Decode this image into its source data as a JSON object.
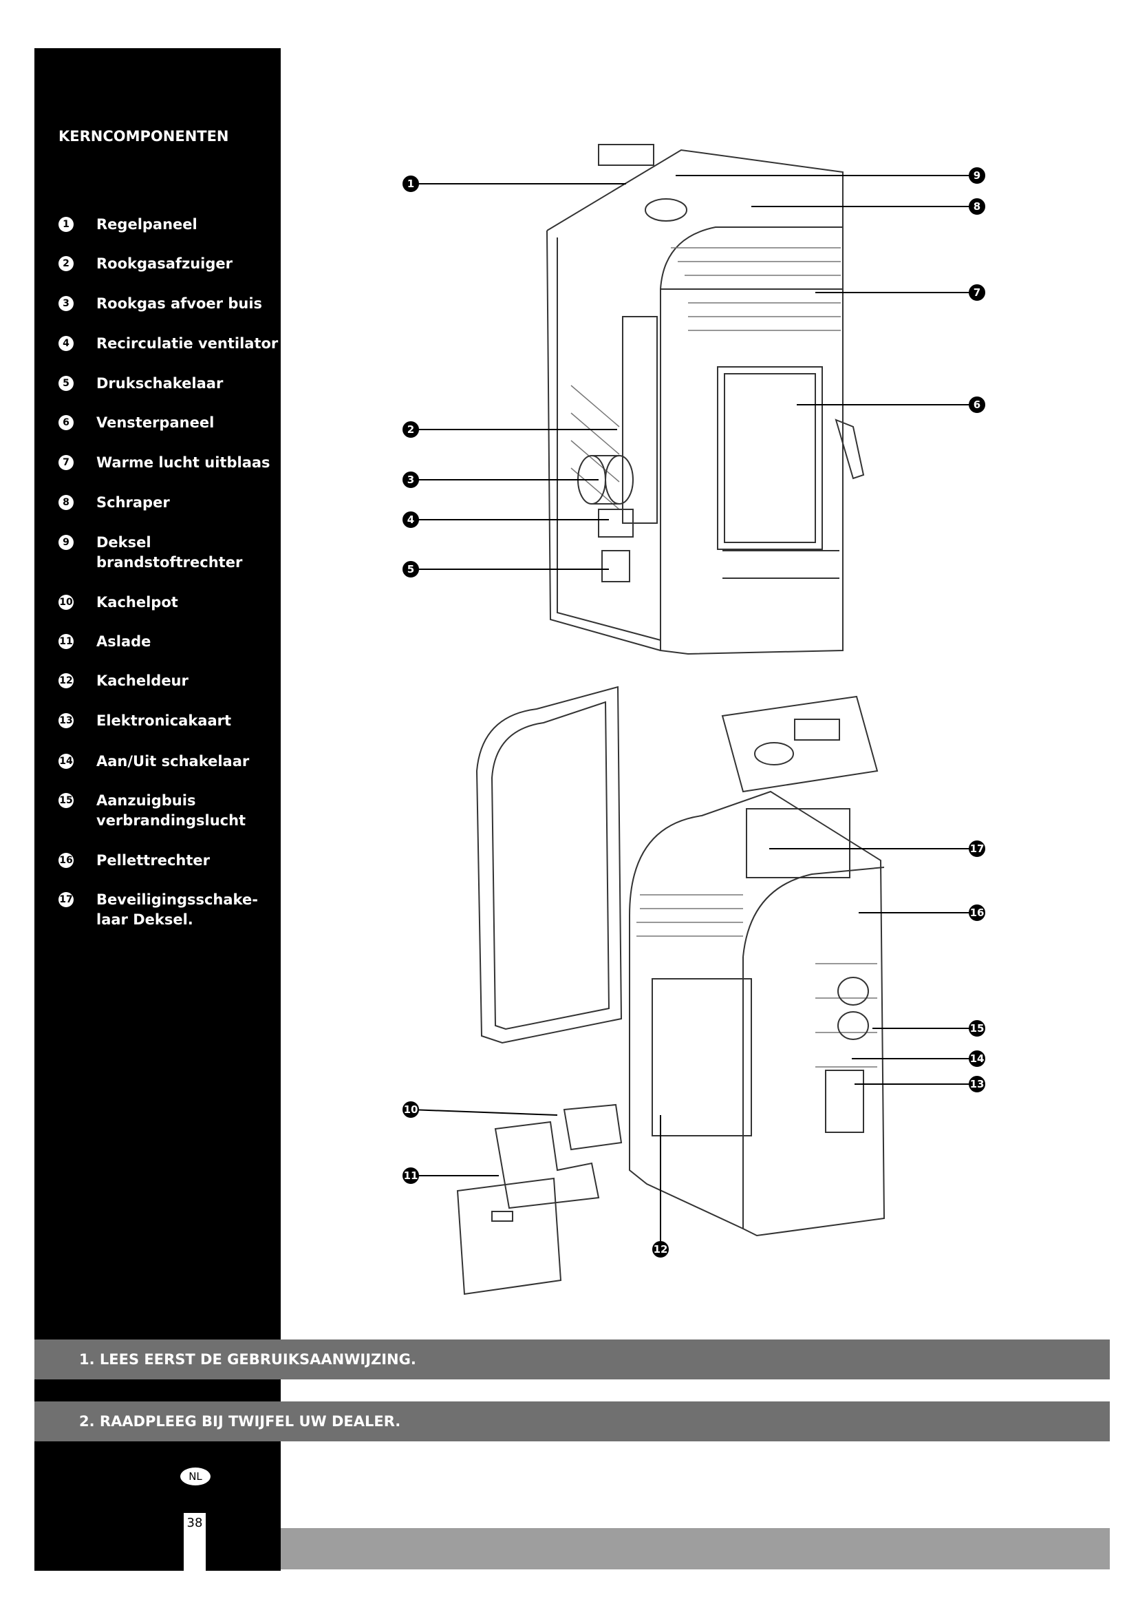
{
  "sidebar": {
    "title": "KERNCOMPONENTEN",
    "items": [
      {
        "num": "1",
        "label": "Regelpaneel"
      },
      {
        "num": "2",
        "label": "Rookgasafzuiger"
      },
      {
        "num": "3",
        "label": "Rookgas afvoer buis"
      },
      {
        "num": "4",
        "label": "Recirculatie ventilator"
      },
      {
        "num": "5",
        "label": "Drukschakelaar"
      },
      {
        "num": "6",
        "label": "Vensterpaneel"
      },
      {
        "num": "7",
        "label": "Warme lucht uitblaas"
      },
      {
        "num": "8",
        "label": "Schraper"
      },
      {
        "num": "9",
        "label": "Deksel brandstoftrechter"
      },
      {
        "num": "10",
        "label": "Kachelpot"
      },
      {
        "num": "11",
        "label": "Aslade"
      },
      {
        "num": "12",
        "label": "Kacheldeur"
      },
      {
        "num": "13",
        "label": "Elektronicakaart"
      },
      {
        "num": "14",
        "label": "Aan/Uit schakelaar"
      },
      {
        "num": "15",
        "label": "Aanzuigbuis verbrandingslucht"
      },
      {
        "num": "16",
        "label": "Pellettrechter"
      },
      {
        "num": "17",
        "label": "Beveiligingsschake-laar Deksel."
      }
    ]
  },
  "notices": [
    "1. LEES EERST DE GEBRUIKSAANWIJZING.",
    "2. RAADPLEEG BIJ TWIJFEL UW DEALER."
  ],
  "footer": {
    "language": "NL",
    "page_number": "38"
  },
  "diagram": {
    "callouts": [
      "1",
      "2",
      "3",
      "4",
      "5",
      "6",
      "7",
      "8",
      "9",
      "10",
      "11",
      "12",
      "13",
      "14",
      "15",
      "16",
      "17"
    ]
  }
}
